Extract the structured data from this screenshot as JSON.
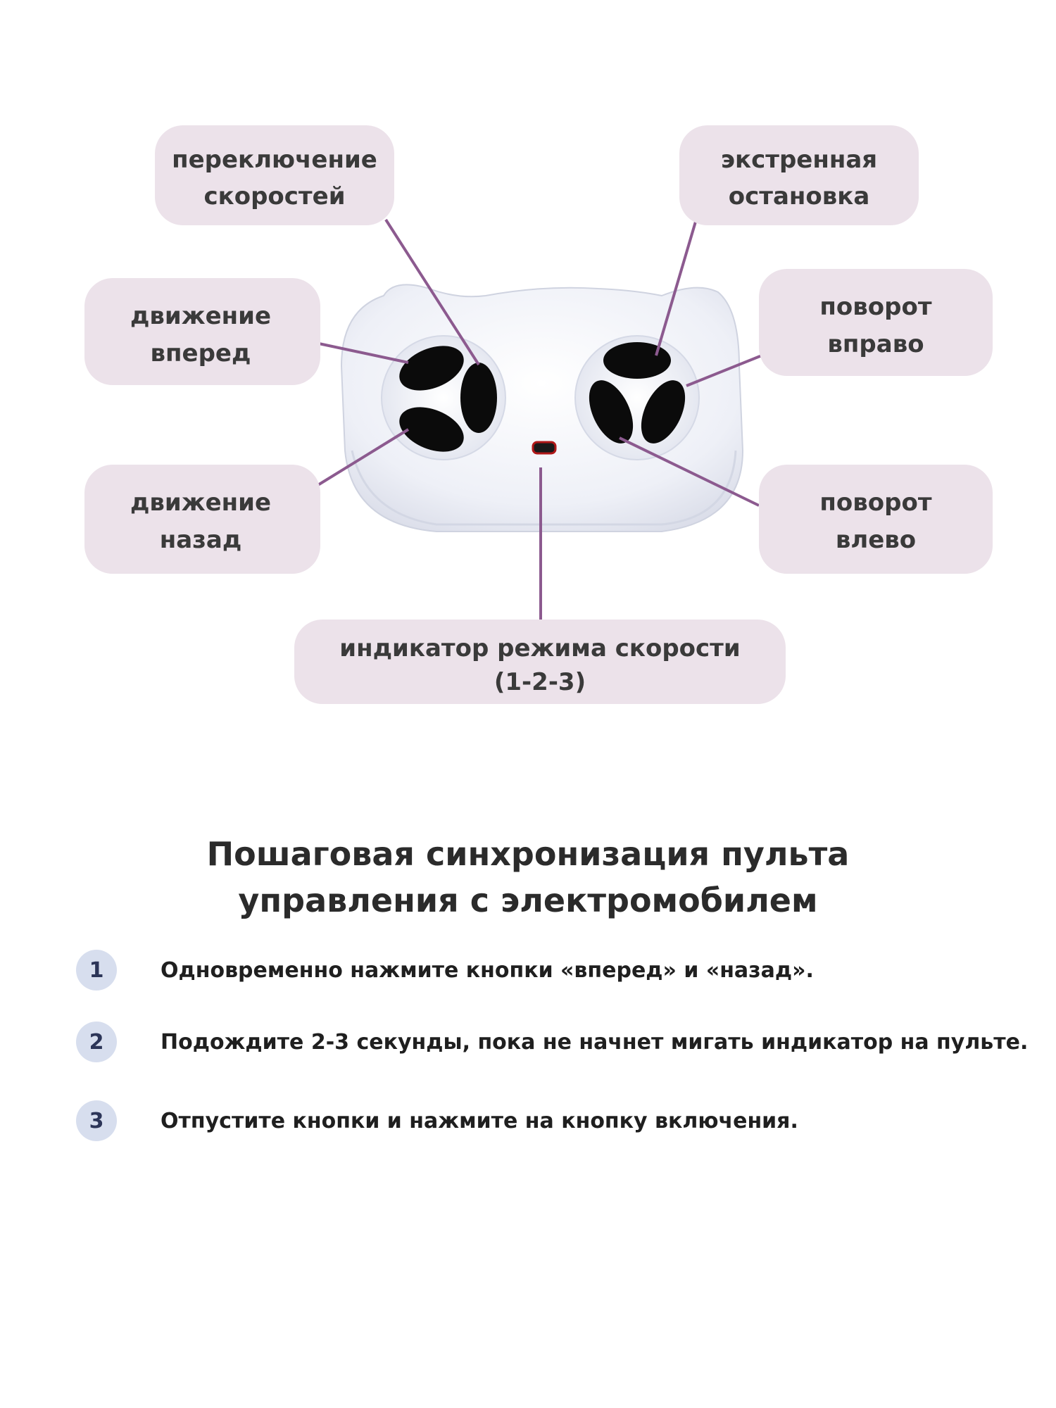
{
  "callouts": {
    "speed_switch": [
      "переключение",
      "скоростей"
    ],
    "emergency_stop": [
      "экстренная",
      "остановка"
    ],
    "forward": [
      "движение",
      "вперед"
    ],
    "turn_right": [
      "поворот",
      "вправо"
    ],
    "backward": [
      "движение",
      "назад"
    ],
    "turn_left": [
      "поворот",
      "влево"
    ],
    "speed_indicator": [
      "индикатор режима скорости",
      "(1-2-3)"
    ]
  },
  "heading": {
    "line1": "Пошаговая синхронизация пульта",
    "line2": "управления с электромобилем"
  },
  "steps": [
    {
      "num": "1",
      "text": "Одновременно нажмите кнопки «вперед» и «назад»."
    },
    {
      "num": "2",
      "text": "Подождите 2-3 секунды, пока не начнет мигать индикатор на пульте."
    },
    {
      "num": "3",
      "text": "Отпустите кнопки и нажмите на кнопку включения."
    }
  ],
  "colors": {
    "callout_fill": "#ece2ea",
    "leader_line": "#8c5a8f",
    "button_black": "#0b0b0b",
    "remote_body": "#eef0f7",
    "step_badge": "#d7deee",
    "indicator": "#b01818"
  }
}
